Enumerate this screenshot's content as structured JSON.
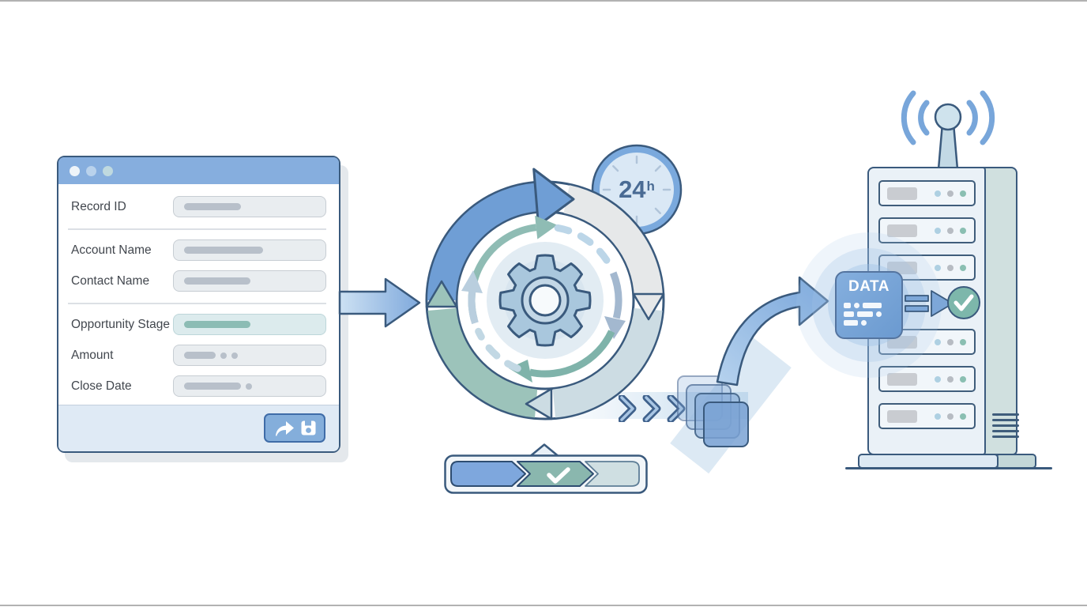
{
  "form_window": {
    "fields": [
      {
        "label": "Record ID",
        "value_style": "gray-pill"
      },
      {
        "label": "Account Name",
        "value_style": "gray-pill"
      },
      {
        "label": "Contact Name",
        "value_style": "gray-pill"
      },
      {
        "label": "Opportunity Stage",
        "value_style": "teal-pill-highlighted"
      },
      {
        "label": "Amount",
        "value_style": "gray-pill-with-dots"
      },
      {
        "label": "Close Date",
        "value_style": "gray-pill-with-dot"
      }
    ],
    "toolbar_icons": [
      "share-arrow",
      "save-floppy-disk"
    ]
  },
  "sync_cycle": {
    "interval_value": "24",
    "interval_unit": "h",
    "center_icon": "gear",
    "flow_direction": "clockwise"
  },
  "progress_bar": {
    "segments": [
      "blue-complete",
      "teal-check",
      "pale-pending"
    ],
    "check_icon": "checkmark"
  },
  "data_packet": {
    "label": "DATA"
  },
  "server": {
    "bays": 6,
    "status_icon": "checkmark-circle",
    "antenna_icon": "wireless-signal"
  },
  "icons": {
    "share": "curved-arrow-up-right",
    "save": "floppy-disk",
    "check": "checkmark",
    "chevron": "double-angle-right"
  },
  "colors": {
    "accent_blue": "#6f9ed5",
    "teal": "#8ab7ae",
    "pale_segment": "#ccdce3",
    "gray_segment": "#e6e8e9",
    "outline_navy": "#3a5a7d",
    "titlebar_blue": "#86aede",
    "chip_blue": "#6b9ad0",
    "check_teal": "#7db7ab"
  }
}
